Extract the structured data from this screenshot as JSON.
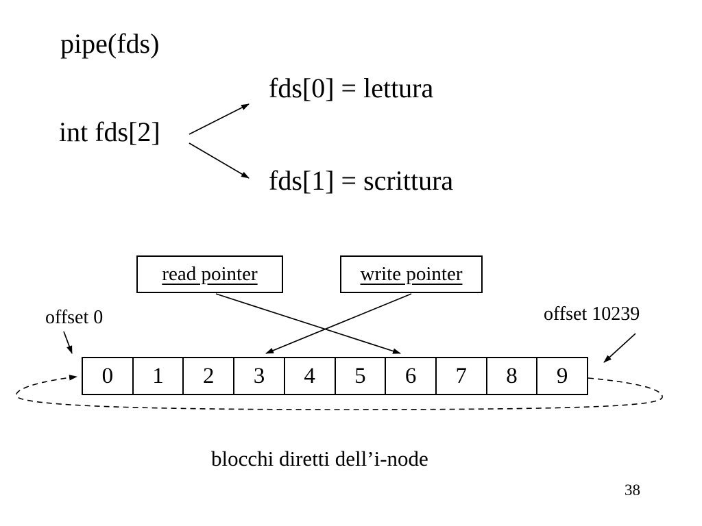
{
  "slide": {
    "page_number": "38",
    "caption": "blocchi diretti dell’i-node",
    "colors": {
      "background": "#ffffff",
      "ink": "#000000"
    }
  },
  "pipe_section": {
    "call": "pipe(fds)",
    "declaration": "int fds[2]",
    "fd_read": "fds[0] = lettura",
    "fd_write": "fds[1] = scrittura"
  },
  "buffer_section": {
    "read_pointer_label": "read pointer",
    "write_pointer_label": "write pointer",
    "offset_start_label": "offset 0",
    "offset_end_label": "offset 10239",
    "cells": [
      "0",
      "1",
      "2",
      "3",
      "4",
      "5",
      "6",
      "7",
      "8",
      "9"
    ],
    "read_pointer_target_cell": "6",
    "write_pointer_target_cell": "3"
  }
}
